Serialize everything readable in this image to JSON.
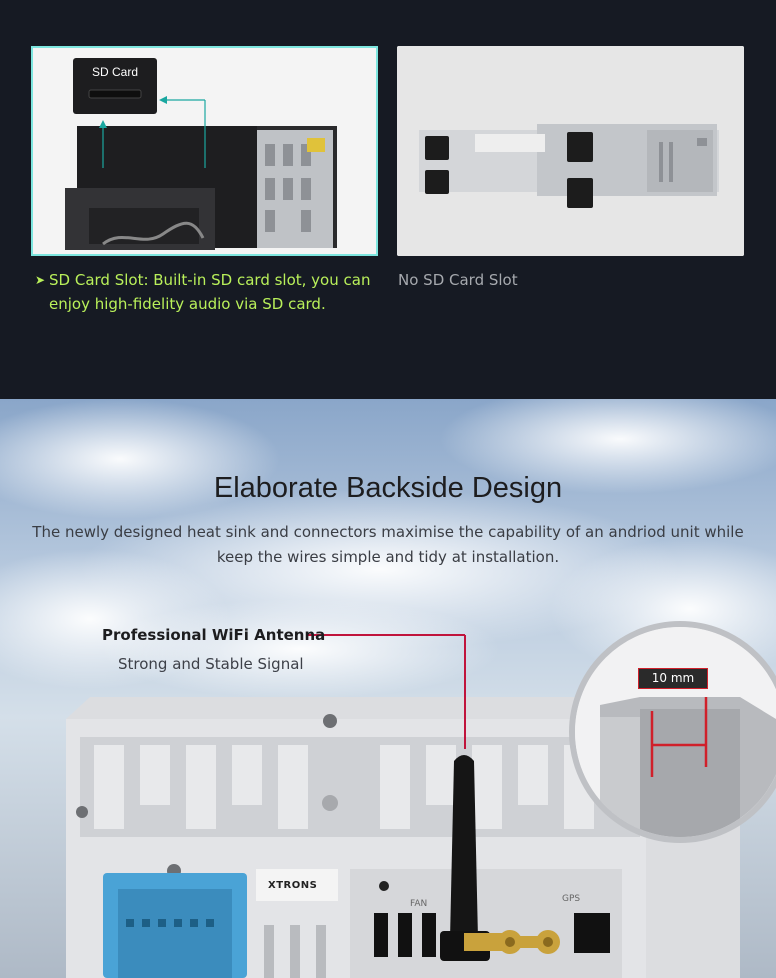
{
  "comparison": {
    "left_image": {
      "sd_card_label": "SD Card"
    },
    "left_caption": "SD Card Slot: Built-in SD card slot, you can enjoy high-fidelity audio via SD card.",
    "right_caption": "No SD Card Slot"
  },
  "backside": {
    "title": "Elaborate Backside Design",
    "subtitle_line1": "The newly designed heat sink and connectors maximise the capability of an andriod unit while",
    "subtitle_line2": "keep the wires simple and tidy at installation.",
    "feature_title": "Professional WiFi Antenna",
    "feature_subtitle": "Strong and Stable Signal",
    "measure_label": "10 mm",
    "brand": "XTRONS",
    "port_fan": "FAN",
    "port_gps": "GPS"
  },
  "colors": {
    "accent_green": "#b9f05a",
    "highlight_border": "#7de6df",
    "callout_line": "#c0143c",
    "measure_red": "#d0202a"
  }
}
